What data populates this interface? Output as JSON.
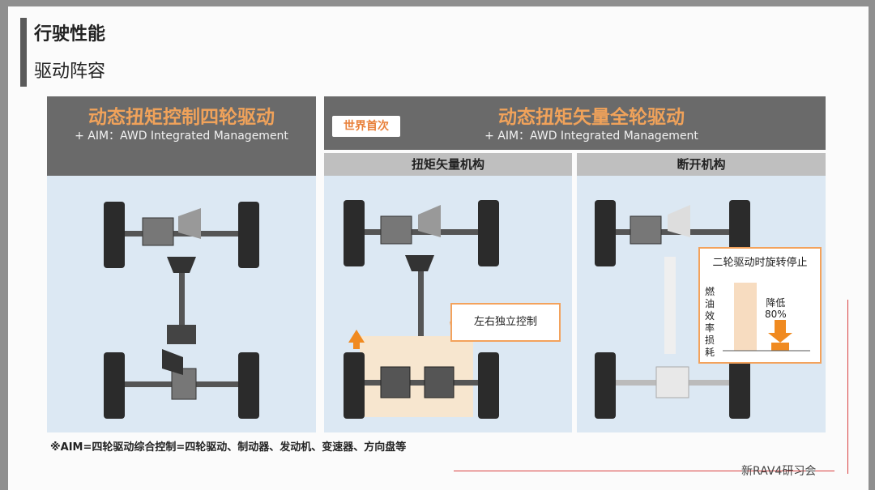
{
  "header": {
    "title": "行驶性能",
    "subtitle": "驱动阵容"
  },
  "left_panel": {
    "title": "动态扭矩控制四轮驱动",
    "subtitle": "+ AIM：AWD Integrated Management"
  },
  "right_panel": {
    "badge": "世界首次",
    "title": "动态扭矩矢量全轮驱动",
    "subtitle": "+ AIM：AWD Integrated Management",
    "sub_left": "扭矩矢量机构",
    "sub_right": "断开机构",
    "callout": "左右独立控制",
    "note": {
      "title": "二轮驱动时旋转停止",
      "vertical_label": "燃油效率损耗",
      "reduction_label": "降低",
      "reduction_value": "80%"
    }
  },
  "footnote": "※AIM=四轮驱动综合控制=四轮驱动、制动器、发动机、变速器、方向盘等",
  "brand": "新RAV4研习会",
  "colors": {
    "accent": "#f0a25a",
    "header_bg": "#6a6a6a",
    "canvas_bg": "#dce8f3",
    "arrow": "#f08a20"
  }
}
